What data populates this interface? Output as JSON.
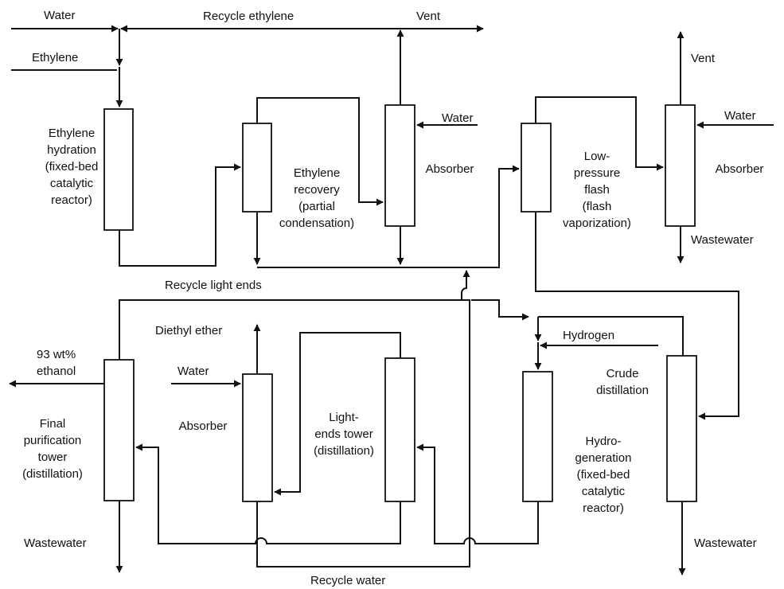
{
  "colors": {
    "ink": "#111111",
    "background": "#ffffff"
  },
  "streams": {
    "water_in": "Water",
    "recycle_ethylene": "Recycle ethylene",
    "vent_1": "Vent",
    "ethylene_feed": "Ethylene",
    "vent_2": "Vent",
    "water_absorber_1": "Water",
    "water_absorber_2": "Water",
    "wastewater_1": "Wastewater",
    "recycle_light_ends": "Recycle light ends",
    "diethyl_ether": "Diethyl ether",
    "hydrogen": "Hydrogen",
    "ethanol_product_line1": "93 wt%",
    "ethanol_product_line2": "ethanol",
    "water_absorber_3": "Water",
    "wastewater_2": "Wastewater",
    "wastewater_3": "Wastewater",
    "recycle_water": "Recycle water"
  },
  "units": {
    "hydration_reactor": [
      "Ethylene",
      "hydration",
      "(fixed-bed",
      "catalytic",
      "reactor)"
    ],
    "ethylene_recovery": [
      "Ethylene",
      "recovery",
      "(partial",
      "condensation)"
    ],
    "absorber_1": [
      "Absorber"
    ],
    "low_pressure_flash": [
      "Low-",
      "pressure",
      "flash",
      "(flash",
      "vaporization)"
    ],
    "absorber_2": [
      "Absorber"
    ],
    "final_purification": [
      "Final",
      "purification",
      "tower",
      "(distillation)"
    ],
    "absorber_3": [
      "Absorber"
    ],
    "light_ends_tower": [
      "Light-",
      "ends tower",
      "(distillation)"
    ],
    "hydrogenation_reactor": [
      "Hydro-",
      "generation",
      "(fixed-bed",
      "catalytic",
      "reactor)"
    ],
    "crude_distillation": [
      "Crude",
      "distillation"
    ]
  }
}
